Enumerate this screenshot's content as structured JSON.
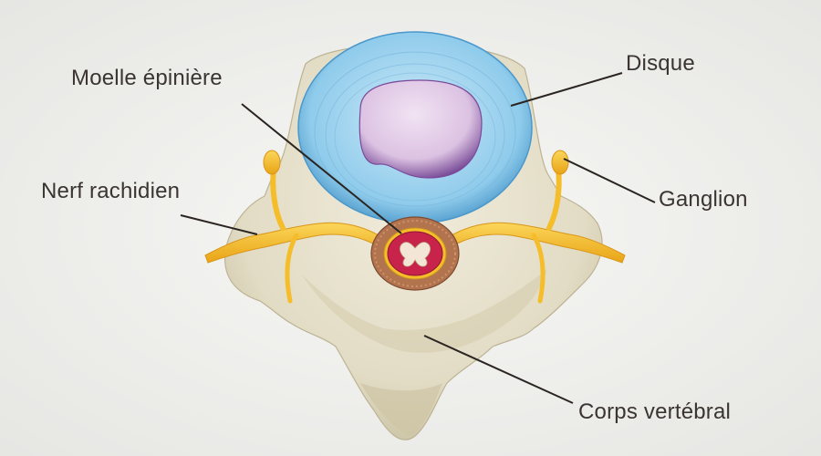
{
  "labels": {
    "moelle": "Moelle épinière",
    "disque": "Disque",
    "nerf": "Nerf rachidien",
    "ganglion": "Ganglion",
    "corps": "Corps vertébral"
  },
  "colors": {
    "background": "#f1f1ef",
    "bone": "#e9e4d3",
    "bone_shadow": "#c9c0a3",
    "disc_annulus": "#9fd3ef",
    "disc_nucleus": "#e2cbe7",
    "disc_nucleus_shadow": "#6a3d8a",
    "nerve": "#f6bd2b",
    "spinal_cord": "#c8234a",
    "dura": "#b07050",
    "leader_line": "#2b2522"
  }
}
